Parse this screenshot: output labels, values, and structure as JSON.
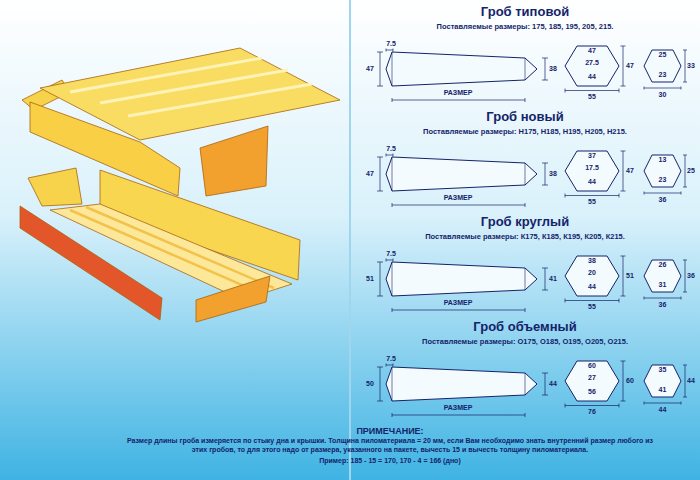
{
  "diagram": {
    "labels": [
      "Гроб типовой",
      "Поставляемые размеры: 175, 185, 195, 205, 215.",
      "7.5",
      "47",
      "38",
      "РАЗМЕР",
      "47",
      "27.5",
      "47",
      "44",
      "55",
      "25",
      "33",
      "23",
      "30",
      "Гроб новый",
      "Поставляемые размеры: Н175, Н185, Н195, Н205, Н215.",
      "7.5",
      "47",
      "38",
      "РАЗМЕР",
      "37",
      "17.5",
      "47",
      "44",
      "55",
      "13",
      "25",
      "23",
      "36",
      "Гроб круглый",
      "Поставляемые размеры: К175, К185, К195, К205, К215.",
      "7.5",
      "51",
      "41",
      "РАЗМЕР",
      "38",
      "20",
      "51",
      "44",
      "55",
      "26",
      "36",
      "31",
      "36",
      "Гроб объемный",
      "Поставляемые размеры: О175, О185, О195, О205, О215.",
      "7.5",
      "50",
      "44",
      "РАЗМЕР",
      "60",
      "27",
      "60",
      "56",
      "76",
      "35",
      "44",
      "41",
      "44",
      "ПРИМЕЧАНИЕ:",
      "Размер длины гроба измеряется по стыку дна и крышки. Толщина пиломатериала = 20 мм, если Вам необходимо знать внутренний размер любого из этих гробов, то для этого надо от размера, указанного на пакете, вычесть 15 и вычесть толщину пиломатериала.",
      "Пример: 185 - 15 = 170, 170 - 4 = 166 (дно)"
    ]
  }
}
